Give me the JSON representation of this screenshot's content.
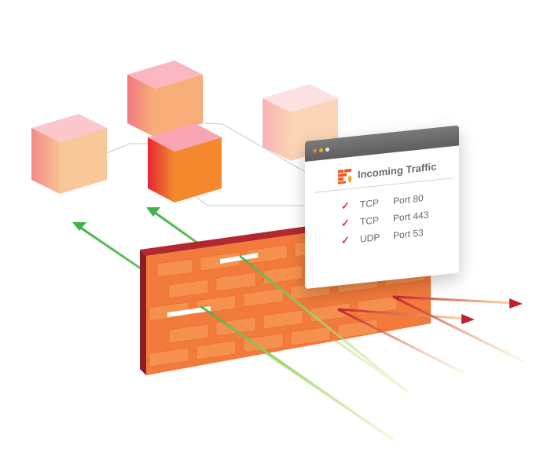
{
  "panel": {
    "title": "Incoming Traffic",
    "rules": [
      {
        "protocol": "TCP",
        "port": "Port 80"
      },
      {
        "protocol": "TCP",
        "port": "Port 443"
      },
      {
        "protocol": "UDP",
        "port": "Port 53"
      }
    ]
  },
  "icons": {
    "rule_status": "checkmark-icon",
    "header": "firewall-icon"
  },
  "colors": {
    "wall_brick": "#f27a3a",
    "allowed_traffic": "#4caf50",
    "blocked_traffic": "#d9303a",
    "check": "#d93030"
  }
}
